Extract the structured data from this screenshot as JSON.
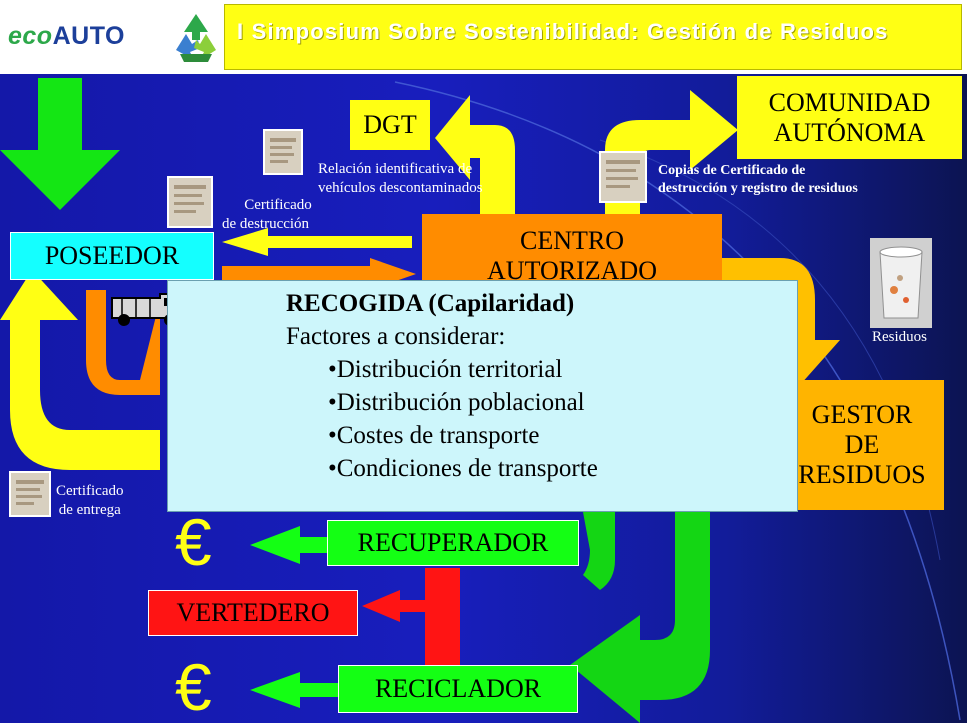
{
  "header": {
    "logo_eco": "eco",
    "logo_auto": "AUTO",
    "title": "I Simposium Sobre Sostenibilidad: Gestión de Residuos"
  },
  "nodes": {
    "dgt": "DGT",
    "comunidad_line1": "COMUNIDAD",
    "comunidad_line2": "AUTÓNOMA",
    "poseedor": "POSEEDOR",
    "centro_line1": "CENTRO",
    "centro_line2": "AUTORIZADO",
    "gestor_line1": "GESTOR",
    "gestor_line2": "DE",
    "gestor_line3": "RESIDUOS",
    "recuperador": "RECUPERADOR",
    "vertedero": "VERTEDERO",
    "reciclador": "RECICLADOR"
  },
  "labels": {
    "relacion_line1": "Relación identificativa de",
    "relacion_line2": "vehículos descontaminados",
    "certificado_dest_line1": "Certificado",
    "certificado_dest_line2": "de destrucción",
    "copias_line1": "Copias de Certificado de",
    "copias_line2": "destrucción  y  registro de residuos",
    "residuos": "Residuos",
    "certificado_ent_line1": "Certificado",
    "certificado_ent_line2": "de entrega",
    "euro": "€"
  },
  "popup": {
    "title": "RECOGIDA (Capilaridad)",
    "subtitle": "Factores a considerar:",
    "items": [
      "•Distribución territorial",
      "•Distribución poblacional",
      "•Costes de transporte",
      "•Condiciones de transporte"
    ]
  },
  "colors": {
    "yellow": "#ffff14",
    "green": "#14ff14",
    "orange": "#ff8c00",
    "cyan_box": "#14ffff",
    "gestor_orange": "#ffb400",
    "red": "#ff1414",
    "popup_bg": "#cdf6fb"
  }
}
